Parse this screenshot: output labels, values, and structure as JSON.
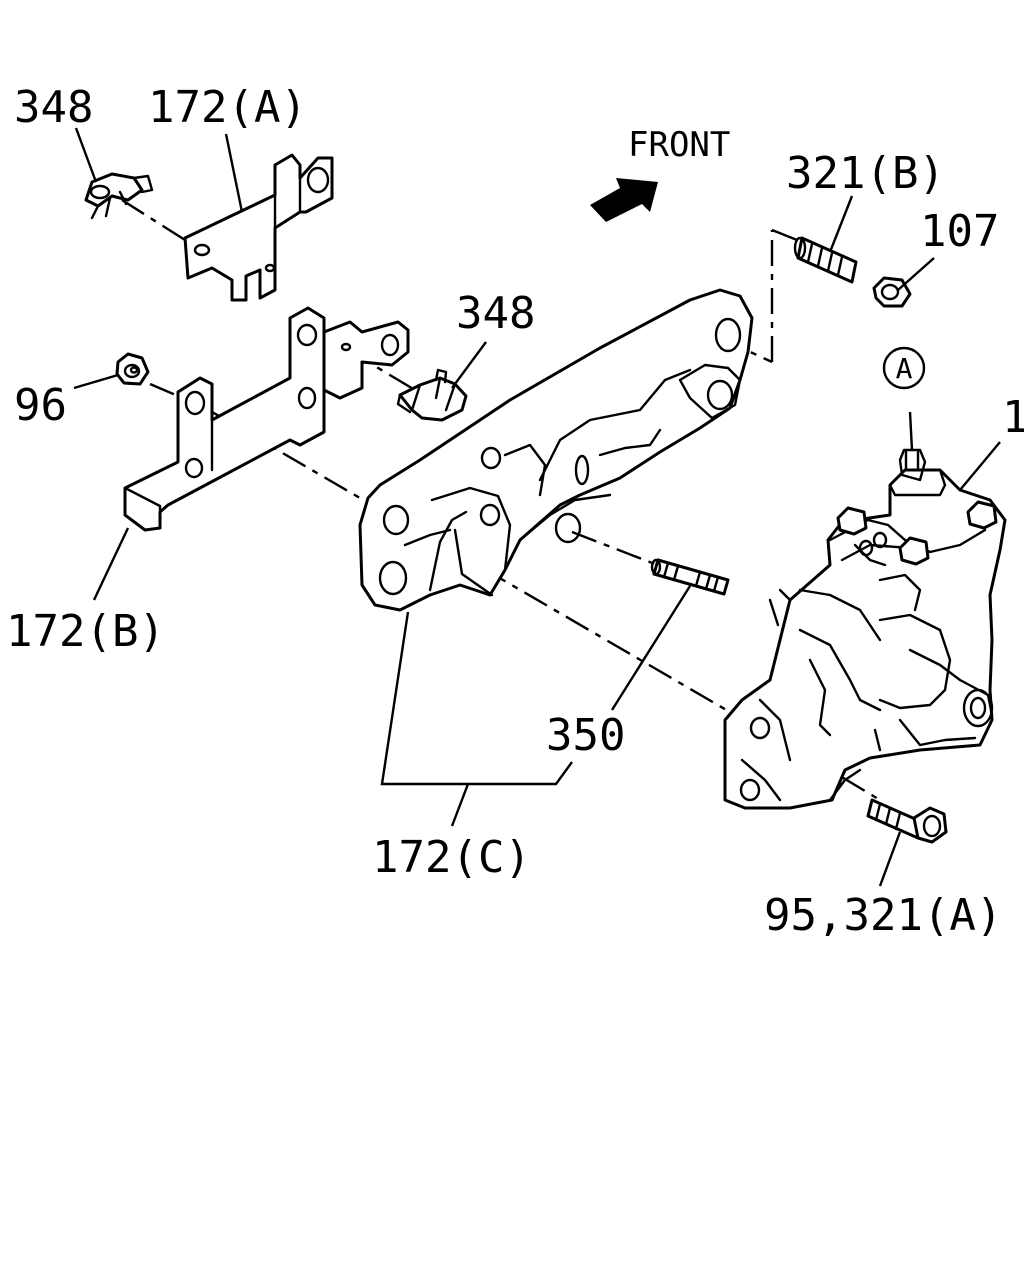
{
  "direction_label": "FRONT",
  "reference_marker": "A",
  "callouts": {
    "clip_upper_left": "348",
    "bracket_a": "172(A)",
    "bracket_b": "172(B)",
    "nut_left": "96",
    "clip_middle": "348",
    "stud_upper": "321(B)",
    "nut_upper": "107",
    "gear_box": "1",
    "stud_lower": "350",
    "bracket_c": "172(C)",
    "bolt_lower": "95,321(A)"
  },
  "colors": {
    "line": "#000000",
    "background": "#ffffff"
  }
}
